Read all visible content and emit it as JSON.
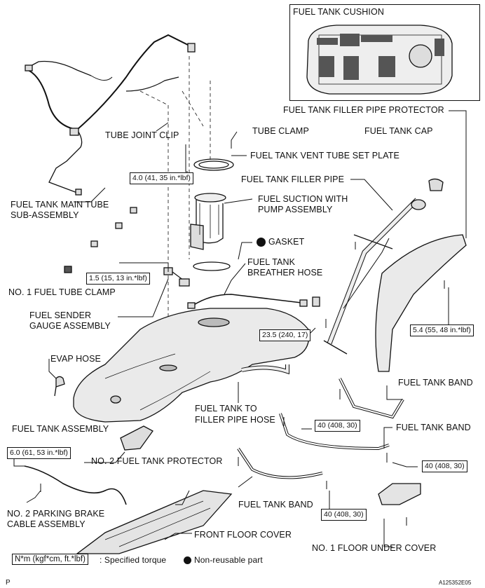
{
  "labels": {
    "fuel_tank_cushion": "FUEL TANK CUSHION",
    "filler_pipe_protector": "FUEL TANK FILLER PIPE PROTECTOR",
    "fuel_tank_cap": "FUEL TANK CAP",
    "tube_joint_clip": "TUBE JOINT CLIP",
    "tube_clamp": "TUBE CLAMP",
    "vent_tube_set_plate": "FUEL TANK VENT TUBE SET PLATE",
    "filler_pipe": "FUEL TANK FILLER PIPE",
    "main_tube_line1": "FUEL TANK MAIN TUBE",
    "main_tube_line2": "SUB-ASSEMBLY",
    "suction_line1": "FUEL SUCTION WITH",
    "suction_line2": "PUMP ASSEMBLY",
    "gasket": "GASKET",
    "breather_line1": "FUEL TANK",
    "breather_line2": "BREATHER HOSE",
    "no1_fuel_tube_clamp": "NO. 1 FUEL TUBE CLAMP",
    "sender_line1": "FUEL SENDER",
    "sender_line2": "GAUGE ASSEMBLY",
    "evap_hose": "EVAP HOSE",
    "fuel_tank_assembly": "FUEL TANK ASSEMBLY",
    "filler_hose_line1": "FUEL TANK TO",
    "filler_hose_line2": "FILLER PIPE HOSE",
    "fuel_tank_band_1": "FUEL TANK BAND",
    "fuel_tank_band_2": "FUEL TANK BAND",
    "fuel_tank_band_3": "FUEL TANK BAND",
    "no2_protector": "NO. 2 FUEL TANK PROTECTOR",
    "parking_brake_line1": "NO. 2 PARKING BRAKE",
    "parking_brake_line2": "CABLE ASSEMBLY",
    "front_floor_cover": "FRONT FLOOR COVER",
    "no1_floor_under_cover": "NO. 1 FLOOR UNDER COVER"
  },
  "torques": {
    "t1": "4.0 (41, 35 in.*lbf)",
    "t2": "1.5 (15, 13 in.*lbf)",
    "t3": "23.5 (240, 17)",
    "t4": "5.4 (55, 48 in.*lbf)",
    "t5": "40 (408, 30)",
    "t6": "40 (408, 30)",
    "t7": "40 (408, 30)",
    "t8": "6.0 (61, 53 in.*lbf)"
  },
  "legend": {
    "unit": "N*m (kgf*cm, ft.*lbf)",
    "unit_desc": ": Specified torque",
    "non_reusable": "Non-reusable part"
  },
  "footer": {
    "left_mark": "P",
    "drawing_id": "A125352E05"
  },
  "colors": {
    "ink": "#111111",
    "fill": "#e6e6e6",
    "dark": "#555555"
  }
}
